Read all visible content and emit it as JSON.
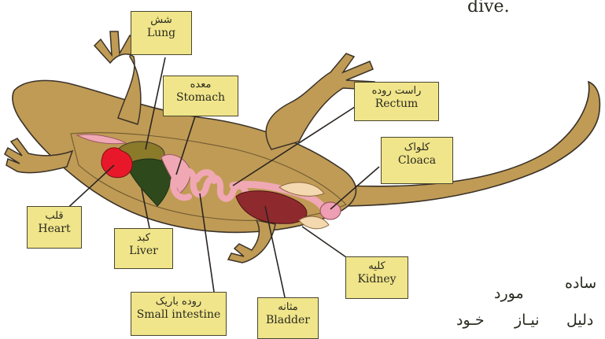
{
  "colors": {
    "body": "#c09b55",
    "outline": "#3a3228",
    "label_fill": "#f0e58a",
    "heart": "#e8182a",
    "liver": "#2e4a1d",
    "lung": "#8a7a2a",
    "intestine": "#f0a8b4",
    "bladder": "#8e2a2e",
    "kidney": "#f3d8b0",
    "cloaca": "#ef9fb4"
  },
  "labels": {
    "lung": {
      "fa": "شش",
      "en": "Lung"
    },
    "stomach": {
      "fa": "معده",
      "en": "Stomach"
    },
    "rectum": {
      "fa": "راست روده",
      "en": "Rectum"
    },
    "cloaca": {
      "fa": "کلواک",
      "en": "Cloaca"
    },
    "heart": {
      "fa": "قلب",
      "en": "Heart"
    },
    "liver": {
      "fa": "کبد",
      "en": "Liver"
    },
    "kidney": {
      "fa": "کلیه",
      "en": "Kidney"
    },
    "small_intestine": {
      "fa": "روده باریک",
      "en": "Small intestine"
    },
    "bladder": {
      "fa": "مثانه",
      "en": "Bladder"
    }
  },
  "background_text": {
    "top_fragment": "dive.",
    "line1_a": "ساده",
    "line1_b": "مورد",
    "line2_a": "دلیل",
    "line2_b": "نیـاز",
    "line2_c": "خـود"
  }
}
